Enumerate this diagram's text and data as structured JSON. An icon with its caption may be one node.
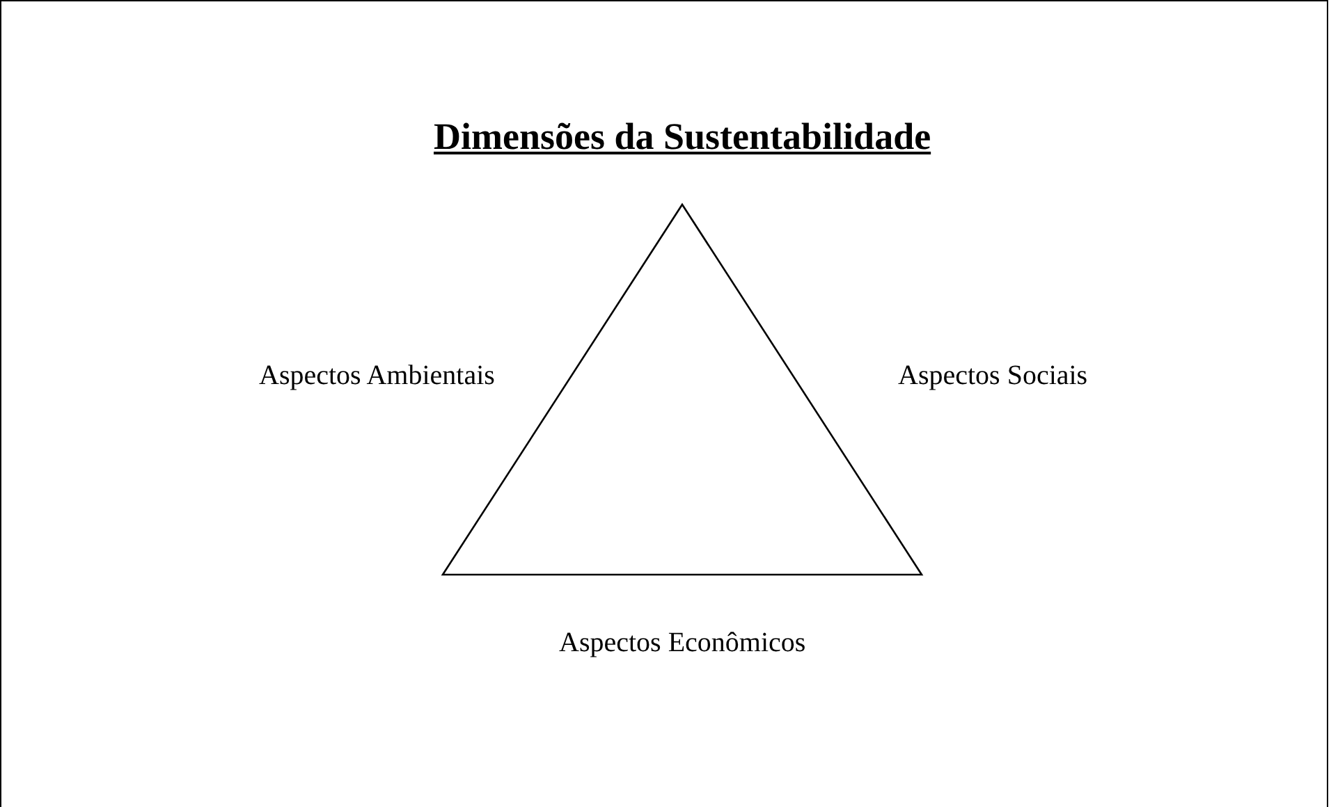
{
  "diagram": {
    "title": "Dimensões da Sustentabilidade",
    "nodes": [
      {
        "text": [],
        "shape": "triangle",
        "beside": [
          "Aspectos Ambientais",
          "Aspectos Sociais",
          "Aspectos Econômicos"
        ]
      }
    ]
  }
}
